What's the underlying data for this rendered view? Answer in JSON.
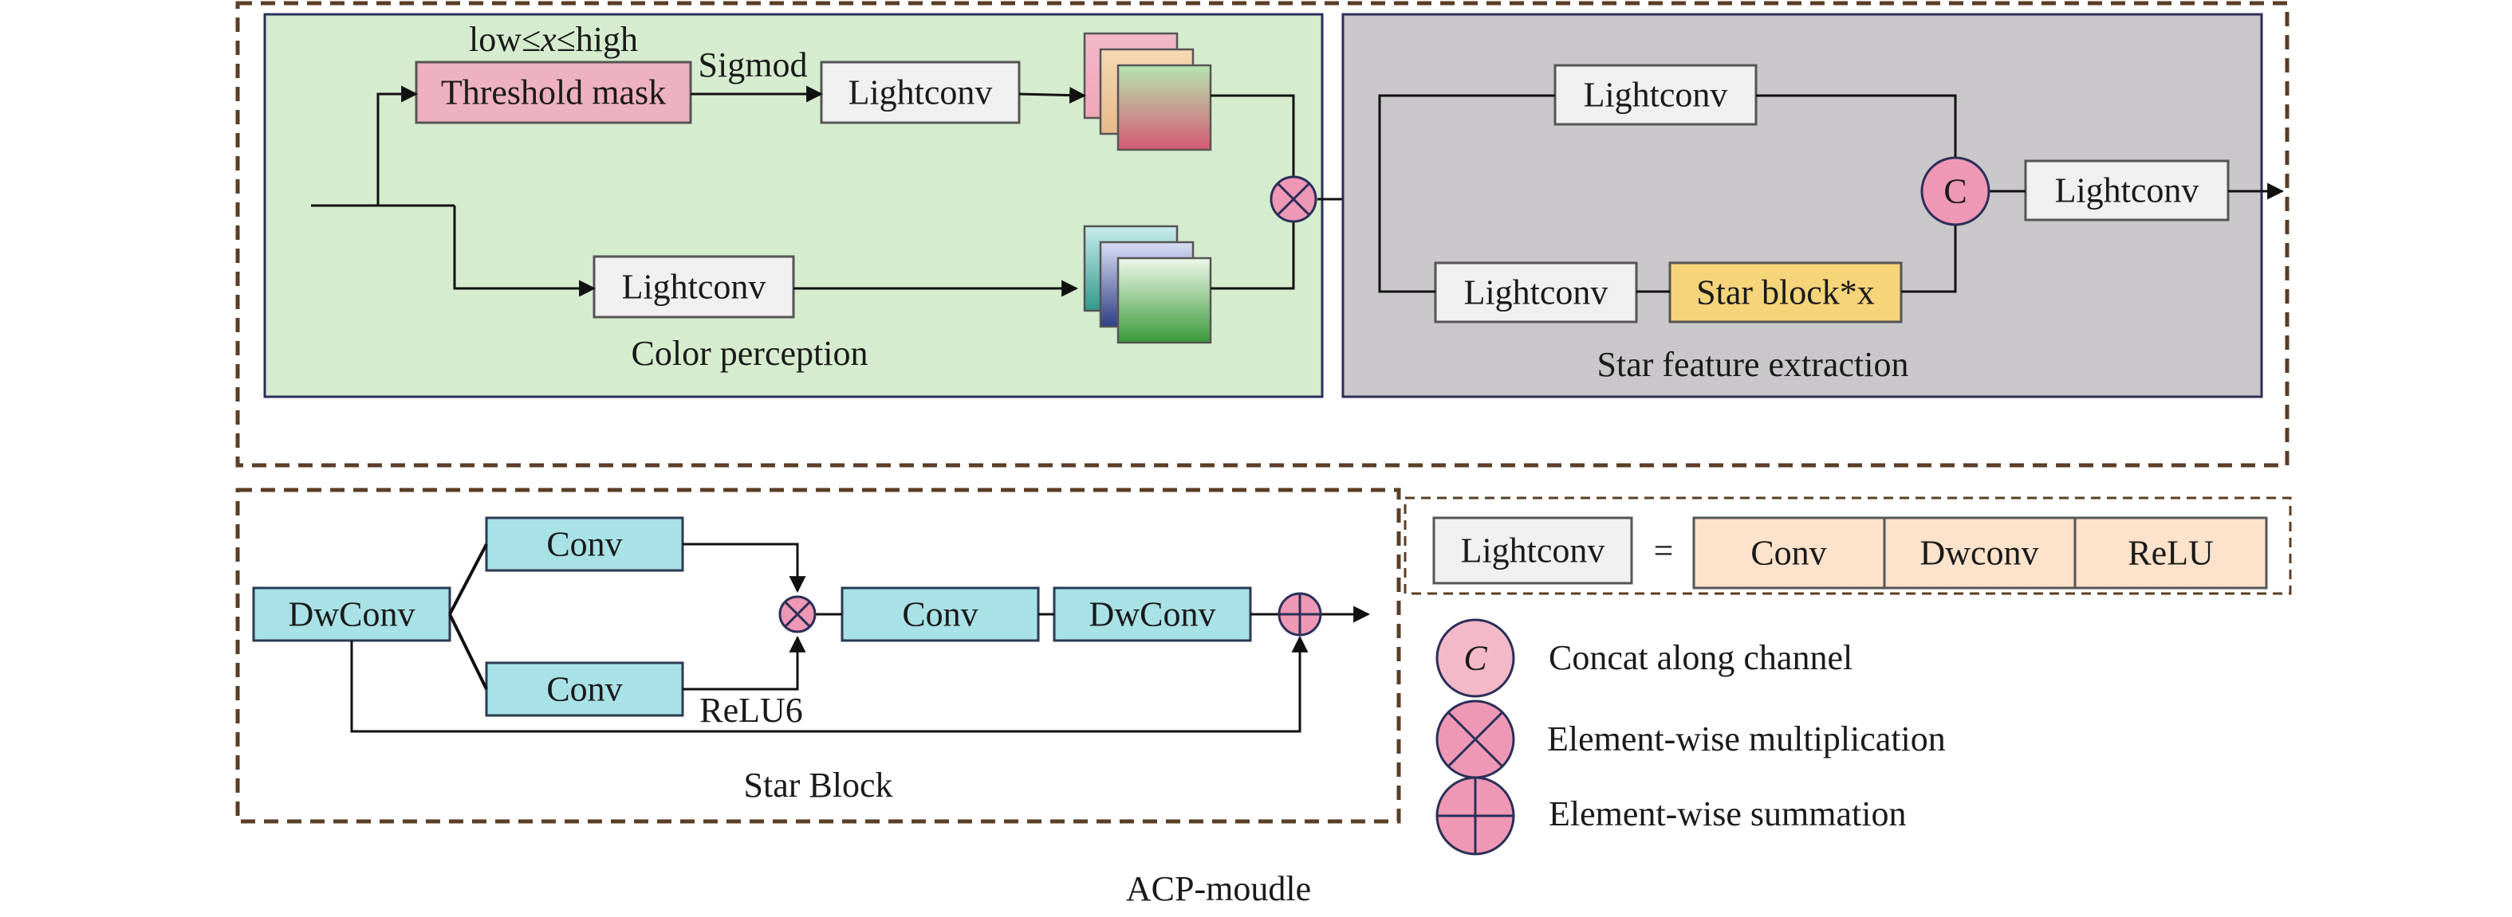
{
  "figure": {
    "caption": "ACP-moudle",
    "colors": {
      "color_panel_bg": "#d6eccf",
      "star_panel_bg": "#c9c7c9",
      "dash_border": "#5a3e25",
      "lightconv_fill": "#f0f0f0",
      "threshold_fill": "#eeb1c0",
      "star_block_fill": "#f5d47a",
      "conv_fill": "#a8e1e6",
      "breakdown_fill": "#fde3cb",
      "operator_fill": "#ee98b5"
    }
  },
  "color_perception": {
    "title": "Color perception",
    "range_label": {
      "prefix": "low≤",
      "var": "x",
      "suffix": "≤high"
    },
    "threshold_mask": "Threshold mask",
    "sigmoid_label": "Sigmod",
    "lightconv_top": "Lightconv",
    "lightconv_bottom": "Lightconv"
  },
  "star_feature": {
    "title": "Star feature extraction",
    "lightconv_top": "Lightconv",
    "lightconv_bottom": "Lightconv",
    "star_block": "Star block*x",
    "concat_symbol": "C",
    "lightconv_out": "Lightconv"
  },
  "star_block": {
    "title": "Star Block",
    "dwconv_in": "DwConv",
    "conv_top": "Conv",
    "conv_bottom": "Conv",
    "relu6": "ReLU6",
    "conv_mid": "Conv",
    "dwconv_out": "DwConv"
  },
  "lightconv_def": {
    "lightconv": "Lightconv",
    "equals": "=",
    "parts": [
      "Conv",
      "Dwconv",
      "ReLU"
    ]
  },
  "legend": [
    {
      "symbol": "C",
      "label": "Concat along channel"
    },
    {
      "label": "Element-wise multiplication"
    },
    {
      "label": "Element-wise summation"
    }
  ]
}
